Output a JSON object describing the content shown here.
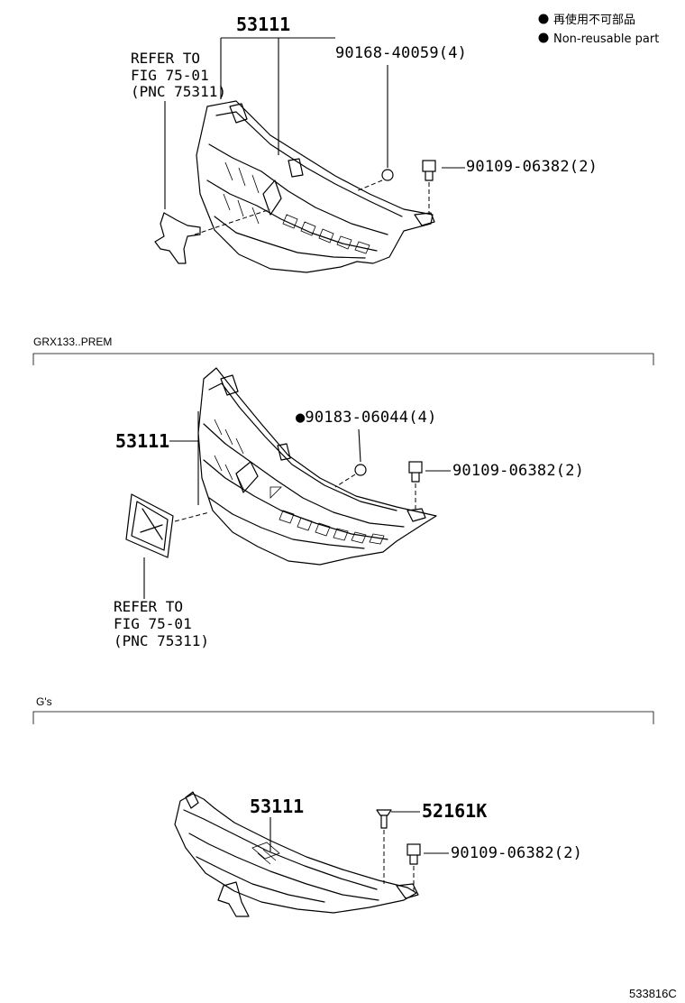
{
  "legend": {
    "jp": "再使用不可部品",
    "en": "Non-reusable part",
    "bullet_color": "#000000"
  },
  "section1": {
    "main_part": "53111",
    "refer_lines": [
      "REFER TO",
      "FIG 75-01",
      "(PNC 75311)"
    ],
    "clip": "90168-40059(4)",
    "screw": "90109-06382(2)"
  },
  "section2": {
    "title": "GRX133..PREM",
    "main_part": "53111",
    "clip": "●90183-06044(4)",
    "screw": "90109-06382(2)",
    "refer_lines": [
      "REFER TO",
      "FIG 75-01",
      "(PNC 75311)"
    ]
  },
  "section3": {
    "title": "G's",
    "main_part": "53111",
    "clip": "52161K",
    "screw": "90109-06382(2)"
  },
  "figure_id": "533816C"
}
